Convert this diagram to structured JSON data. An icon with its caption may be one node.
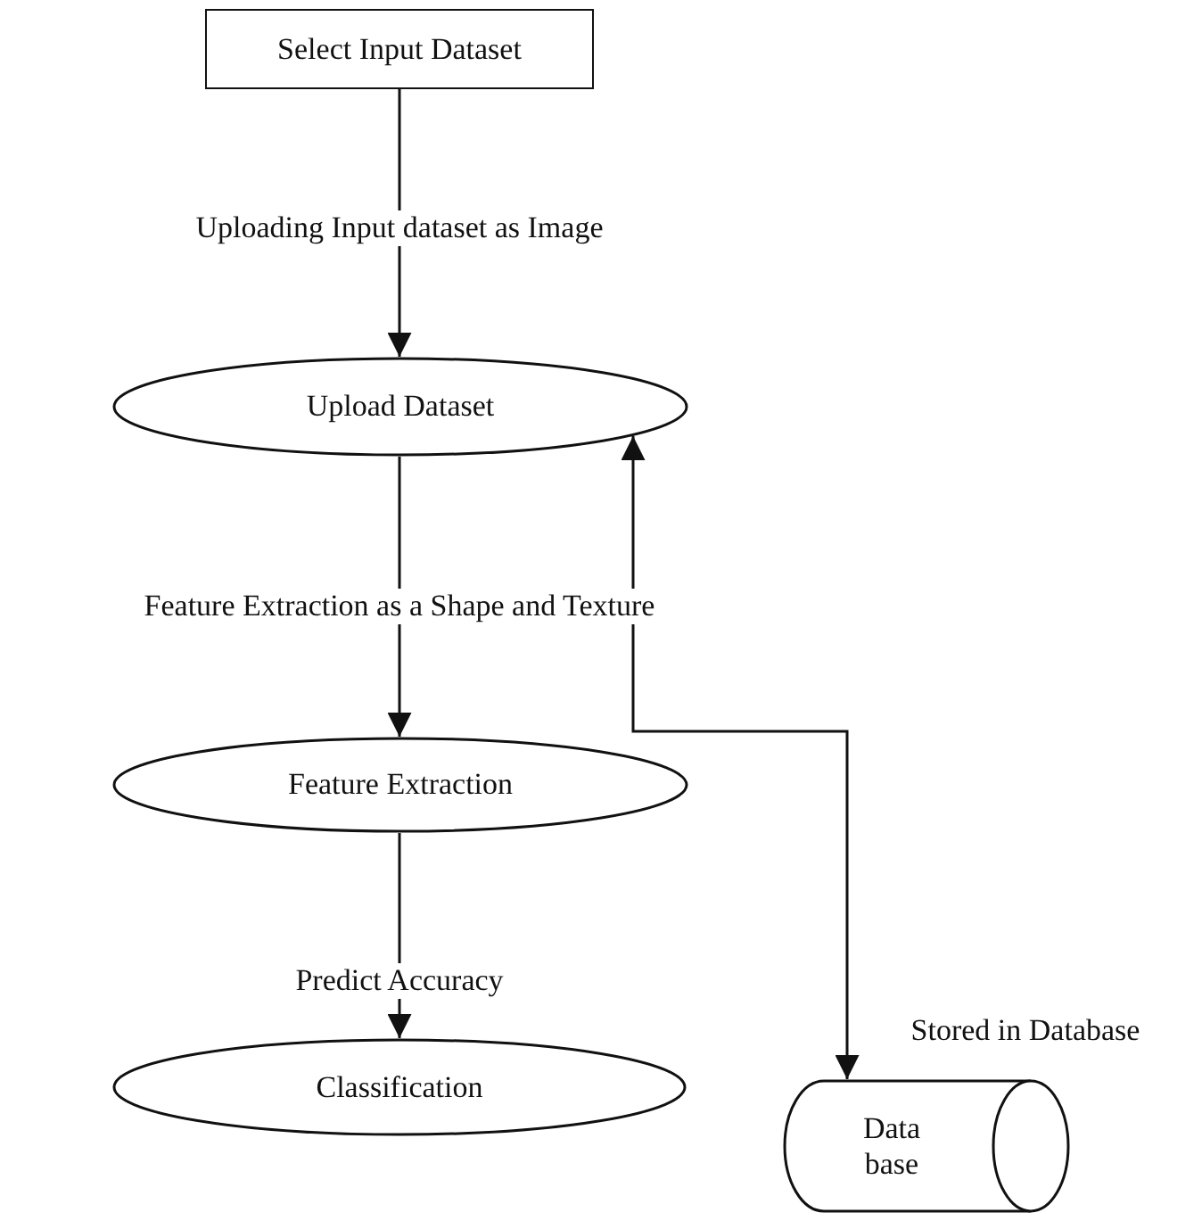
{
  "diagram": {
    "nodes": [
      {
        "text": [
          "Select Input Dataset"
        ]
      },
      {
        "text": [
          "Upload Dataset"
        ]
      },
      {
        "text": [
          "Feature Extraction"
        ]
      },
      {
        "text": [
          "Classification"
        ]
      },
      {
        "text": [
          "Data base"
        ]
      }
    ],
    "edges": [
      {
        "from": 0,
        "to": 1,
        "arrow": "to",
        "label": "Uploading Input dataset as Image"
      },
      {
        "from": 1,
        "to": 2,
        "arrow": "to",
        "label": "Feature Extraction as a Shape and Texture"
      },
      {
        "from": 2,
        "to": 3,
        "arrow": "to",
        "label": "Predict Accuracy"
      },
      {
        "from": 4,
        "to": 1,
        "arrow": "both",
        "label": "Stored in Database"
      }
    ]
  }
}
